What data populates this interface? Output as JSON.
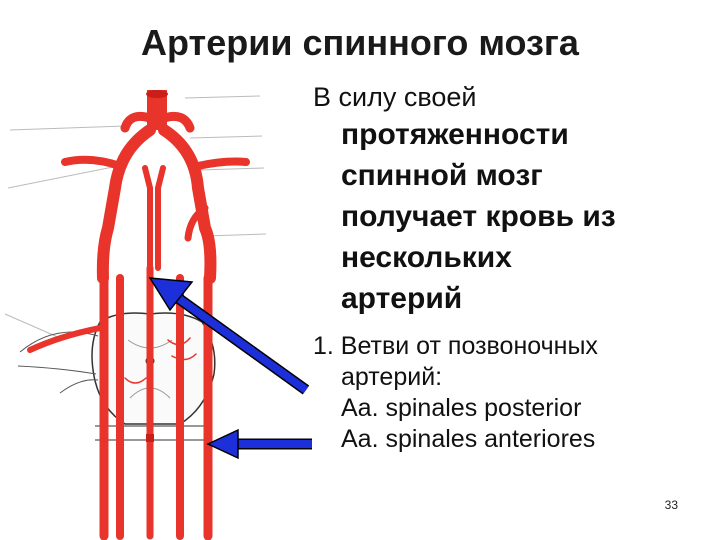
{
  "slide": {
    "title": "Артерии спинного мозга",
    "page_number": "33"
  },
  "text": {
    "intro_first_line": "В силу своей",
    "intro_rest": [
      "протяженности",
      "спинной мозг",
      "получает кровь из",
      "нескольких",
      "артерий"
    ],
    "item1_heading": "1. Ветви от позвоночных",
    "item1_heading_cont": "артерий:",
    "item1_lines": [
      "Aa. spinales posterior",
      "Aa. spinales anteriores"
    ]
  },
  "colors": {
    "artery": "#e8342a",
    "arrow": "#1d2fd8",
    "background": "#ffffff"
  }
}
